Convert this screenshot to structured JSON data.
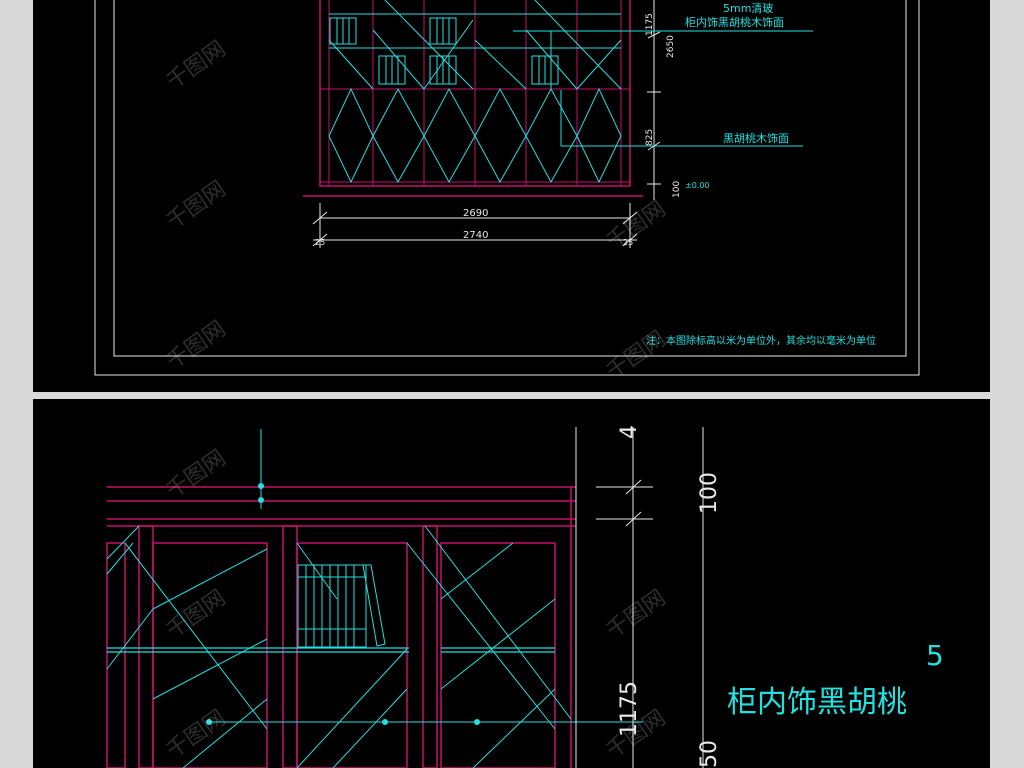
{
  "top": {
    "labels": {
      "glass": "5mm清玻",
      "inner_finish": "柜内饰黑胡桃木饰面",
      "walnut_face": "黑胡桃木饰面",
      "level": "±0.00"
    },
    "dims": {
      "d1175": "1175",
      "d2650": "2650",
      "d825": "825",
      "d100": "100",
      "w2690": "2690",
      "w2740": "2740",
      "s25a": "25",
      "s25b": "25"
    },
    "note": "注：本图除标高以米为单位外，其余均以毫米为单位"
  },
  "bottom": {
    "dims": {
      "d4": "4",
      "d100": "100",
      "d1175": "1175",
      "d50": "50"
    },
    "labels": {
      "inner_finish_partial": "柜内饰黑胡桃",
      "glass_partial": "5"
    }
  },
  "watermark": "千图网"
}
